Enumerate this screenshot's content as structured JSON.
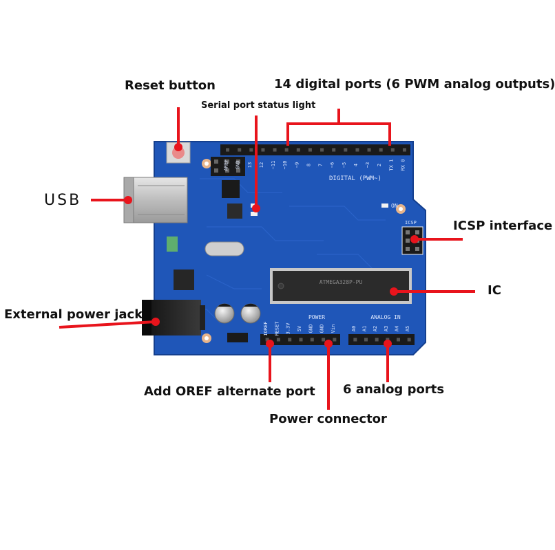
{
  "labels": {
    "reset_button": "Reset button",
    "digital_ports": "14 digital ports (6 PWM analog outputs)",
    "serial_light": "Serial port status light",
    "usb": "USB",
    "icsp": "ICSP interface",
    "ic": "IC",
    "power_jack": "External power jack",
    "oref": "Add OREF alternate port",
    "analog_ports": "6 analog ports",
    "power_connector": "Power connector"
  },
  "board": {
    "digital_title": "DIGITAL (PWM~)",
    "power_title": "POWER",
    "analog_title": "ANALOG IN",
    "icsp_title": "ICSP",
    "on_label": "ON",
    "chip_text": "ATMEGA328P-PU",
    "digital_pins": [
      "AREF",
      "GND",
      "13",
      "12",
      "~11",
      "~10",
      "~9",
      "8",
      "7",
      "~6",
      "~5",
      "4",
      "~3",
      "2",
      "TX 1",
      "RX 0"
    ],
    "power_pins": [
      "IOREF",
      "RESET",
      "3.3V",
      "5V",
      "GND",
      "GND",
      "Vin"
    ],
    "analog_pins": [
      "A0",
      "A1",
      "A2",
      "A3",
      "A4",
      "A5"
    ]
  },
  "colors": {
    "board": "#1f56b8",
    "board_dark": "#17449a",
    "annotation": "#e8141c",
    "header": "#1a1a1a",
    "chip": "#2b2b2b",
    "usb_metal": "#c9c9c9"
  }
}
